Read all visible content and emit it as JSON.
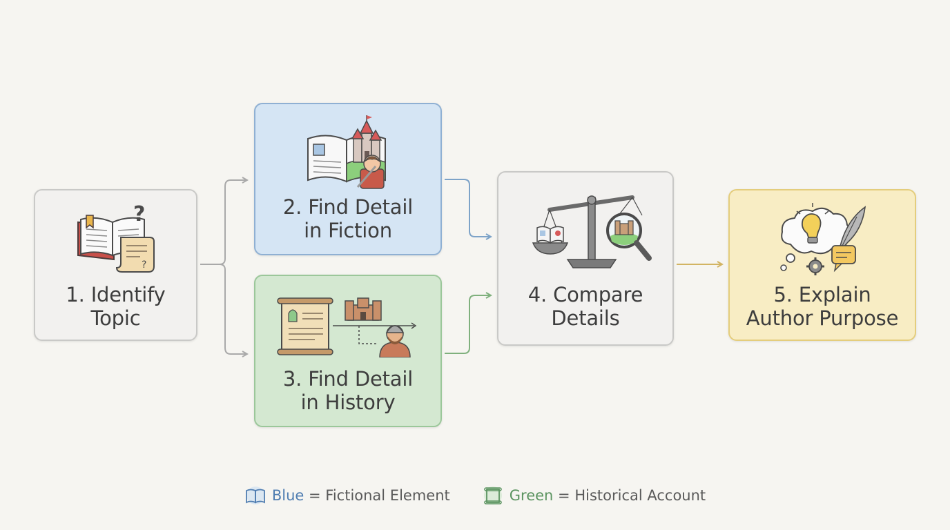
{
  "steps": [
    {
      "line1": "1. Identify",
      "line2": "Topic"
    },
    {
      "line1": "2. Find Detail",
      "line2": "in Fiction"
    },
    {
      "line1": "3. Find Detail",
      "line2": "in History"
    },
    {
      "line1": "4. Compare",
      "line2": "Details"
    },
    {
      "line1": "5. Explain",
      "line2": "Author Purpose"
    }
  ],
  "legend": {
    "blue_word": "Blue",
    "blue_rest": " = Fictional Element",
    "green_word": "Green",
    "green_rest": " = Historical Account"
  },
  "colors": {
    "fiction": "#d5e5f4",
    "history": "#d4e8d1",
    "purpose": "#f8edc4",
    "neutral": "#f2f1ef",
    "arrow_blue": "#7da3c8",
    "arrow_green": "#7fb07d",
    "arrow_gold": "#d2b463",
    "arrow_gray": "#a9a9a9"
  },
  "icons": {
    "step1": "book-scroll-question-icon",
    "step2": "storybook-castle-knight-icon",
    "step3": "scroll-castle-soldier-icon",
    "step4": "balance-scale-magnifier-icon",
    "step5": "thought-lightbulb-quill-icon"
  }
}
